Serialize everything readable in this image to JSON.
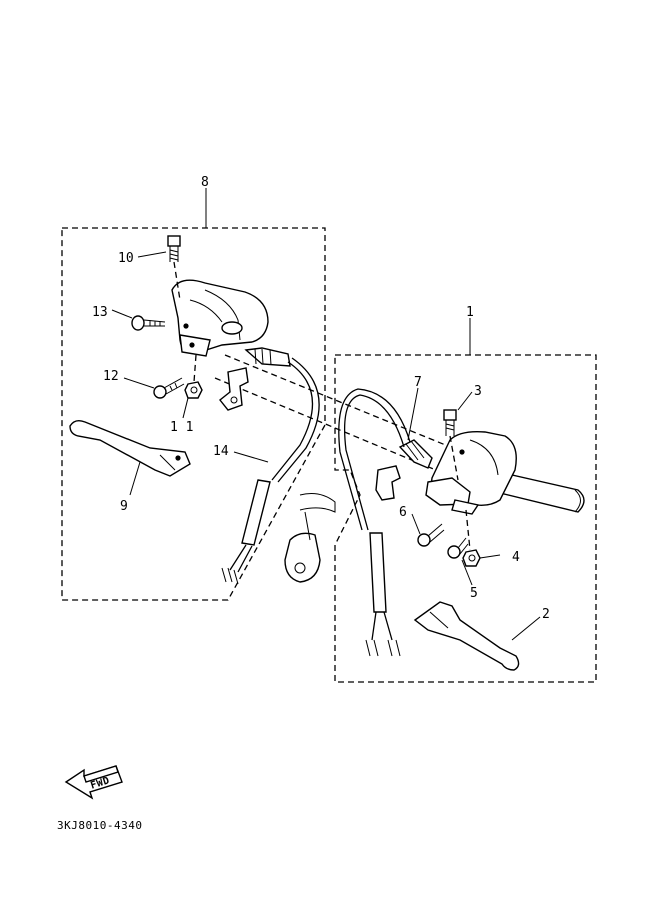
{
  "callouts": {
    "c1": "1",
    "c2": "2",
    "c3": "3",
    "c4": "4",
    "c5": "5",
    "c6": "6",
    "c7": "7",
    "c8": "8",
    "c9": "9",
    "c10": "10",
    "c11": "1 1",
    "c12": "12",
    "c13": "13",
    "c14": "14"
  },
  "fwd_label": "FWD",
  "drawing_code": "3KJ8010-4340"
}
